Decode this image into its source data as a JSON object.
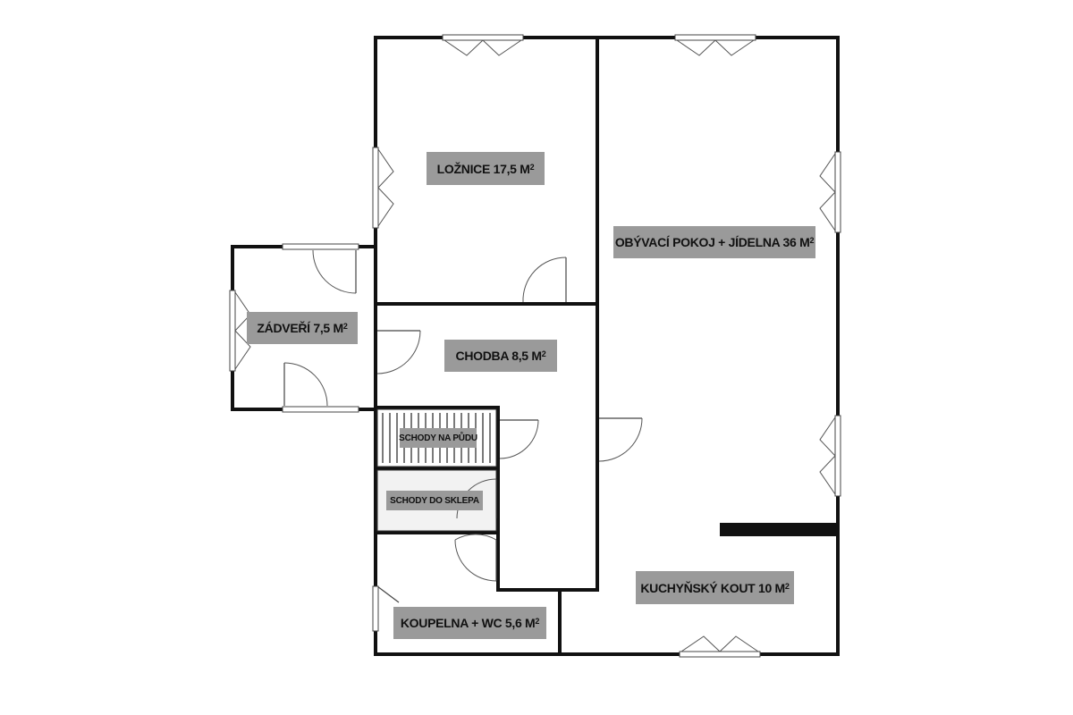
{
  "rooms": {
    "loznice": {
      "name": "LOŽNICE 17,5 M",
      "sup": "2"
    },
    "obyvaci": {
      "name": "OBÝVACÍ POKOJ + JÍDELNA 36 M",
      "sup": "2"
    },
    "zadveri": {
      "name": "ZÁDVEŘÍ 7,5 M",
      "sup": "2"
    },
    "chodba": {
      "name": "CHODBA 8,5 M",
      "sup": "2"
    },
    "schody_puda": {
      "name": "SCHODY NA PŮDU"
    },
    "schody_sklep": {
      "name": "SCHODY DO SKLEPA"
    },
    "koupelna": {
      "name": "KOUPELNA + WC 5,6 M",
      "sup": "2"
    },
    "kuchyn": {
      "name": "KUCHYŇSKÝ KOUT 10 M",
      "sup": "2"
    }
  },
  "colors": {
    "wall": "#111111",
    "label_bg": "#9a9a9a",
    "background": "#ffffff"
  }
}
